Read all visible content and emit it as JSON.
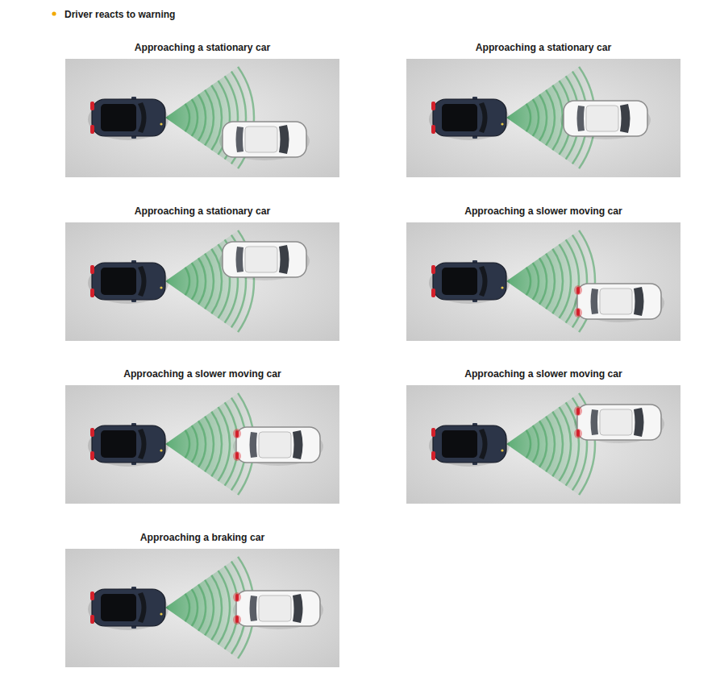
{
  "diagram": {
    "title": "Driver reacts to warning",
    "nodes": [
      {
        "text": [
          "Approaching a stationary car"
        ]
      },
      {
        "text": [
          "Approaching a stationary car"
        ]
      },
      {
        "text": [
          "Approaching a stationary car"
        ]
      },
      {
        "text": [
          "Approaching a slower moving car"
        ]
      },
      {
        "text": [
          "Approaching a slower moving car"
        ]
      },
      {
        "text": [
          "Approaching a slower moving car"
        ]
      },
      {
        "text": [
          "Approaching a braking car"
        ]
      }
    ]
  }
}
